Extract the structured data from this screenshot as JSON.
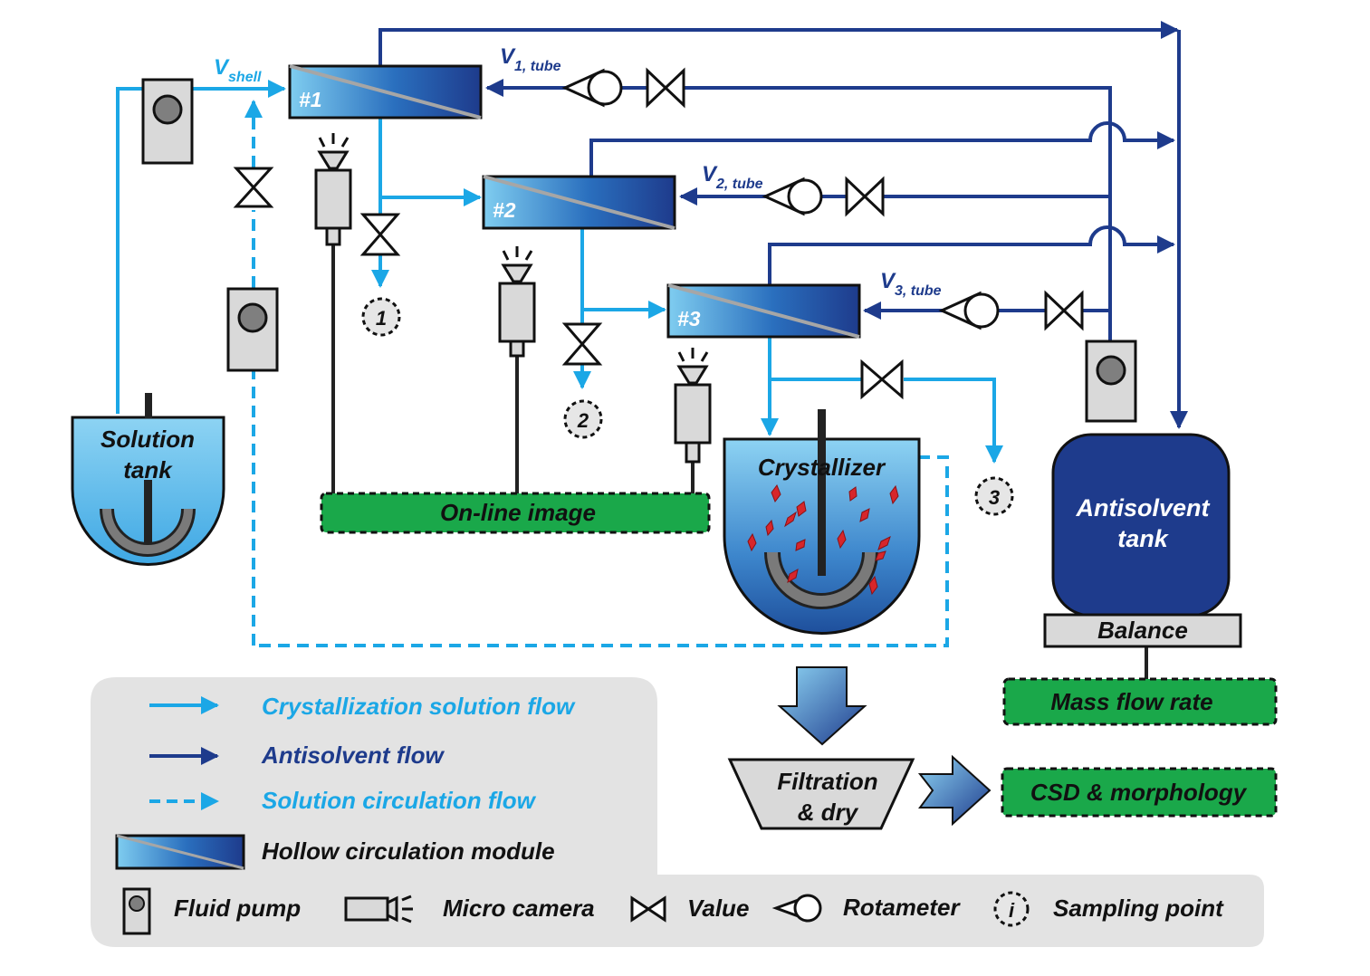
{
  "flows": {
    "v_shell": {
      "main": "V",
      "sub": "shell"
    },
    "v1": {
      "main": "V",
      "sub": "1, tube"
    },
    "v2": {
      "main": "V",
      "sub": "2, tube"
    },
    "v3": {
      "main": "V",
      "sub": "3, tube"
    }
  },
  "modules": {
    "m1": "#1",
    "m2": "#2",
    "m3": "#3"
  },
  "sampling": {
    "s1": "1",
    "s2": "2",
    "s3": "3"
  },
  "tanks": {
    "solution": [
      "Solution",
      "tank"
    ],
    "crystallizer": "Crystallizer",
    "antisolvent": [
      "Antisolvent",
      "tank"
    ]
  },
  "boxes": {
    "online_image": "On-line image",
    "balance": "Balance",
    "mass_flow_rate": "Mass flow rate",
    "filtration": [
      "Filtration",
      "& dry"
    ],
    "csd": "CSD & morphology"
  },
  "legend": {
    "crystallization_flow": "Crystallization solution flow",
    "antisolvent_flow": "Antisolvent flow",
    "circulation_flow": "Solution circulation flow",
    "hollow_module": "Hollow circulation module",
    "fluid_pump": "Fluid pump",
    "micro_camera": "Micro camera",
    "valve": "Value",
    "rotameter": "Rotameter",
    "sampling_point": "Sampling point",
    "sampling_symbol": "i"
  },
  "colors": {
    "light_blue": "#1ba7e6",
    "dark_blue": "#1e3b8c",
    "green": "#1aa84a",
    "crystal_red": "#d7262b",
    "legend_bg": "#e3e3e3"
  },
  "icons": [
    "fluid-pump-icon",
    "micro-camera-icon",
    "valve-icon",
    "rotameter-icon",
    "sampling-point-icon",
    "hollow-module-icon",
    "stirrer-icon"
  ]
}
